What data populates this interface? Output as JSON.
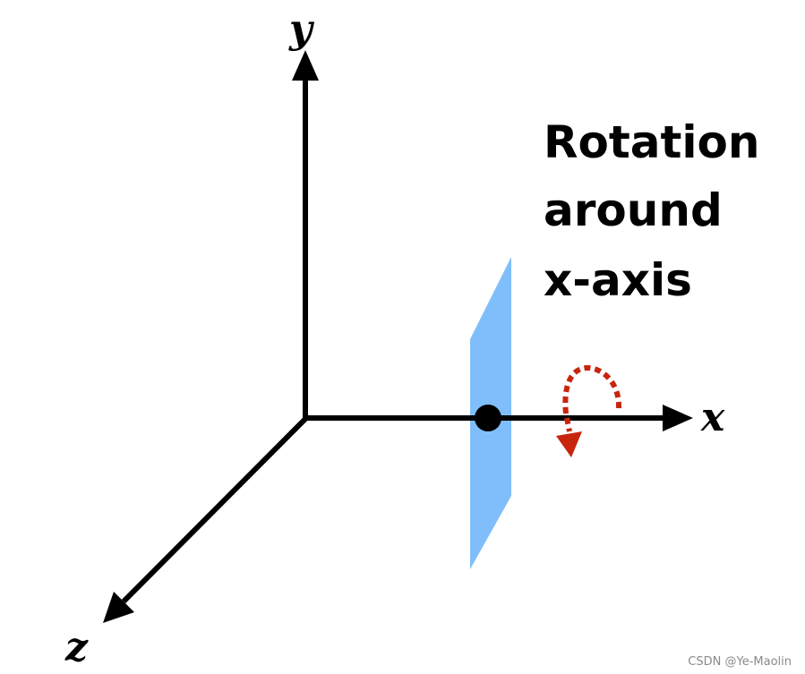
{
  "axes": {
    "x_label": "x",
    "y_label": "y",
    "z_label": "z"
  },
  "caption": {
    "line1": "Rotation",
    "line2": "around",
    "line3": "x-axis"
  },
  "watermark": "CSDN @Ye-Maolin",
  "colors": {
    "axis": "#000000",
    "plane": "#7fbefa",
    "rotation_arrow": "#c8250f",
    "point": "#000000"
  },
  "icons": {
    "rotation": "curved-dotted-arrow-icon"
  }
}
